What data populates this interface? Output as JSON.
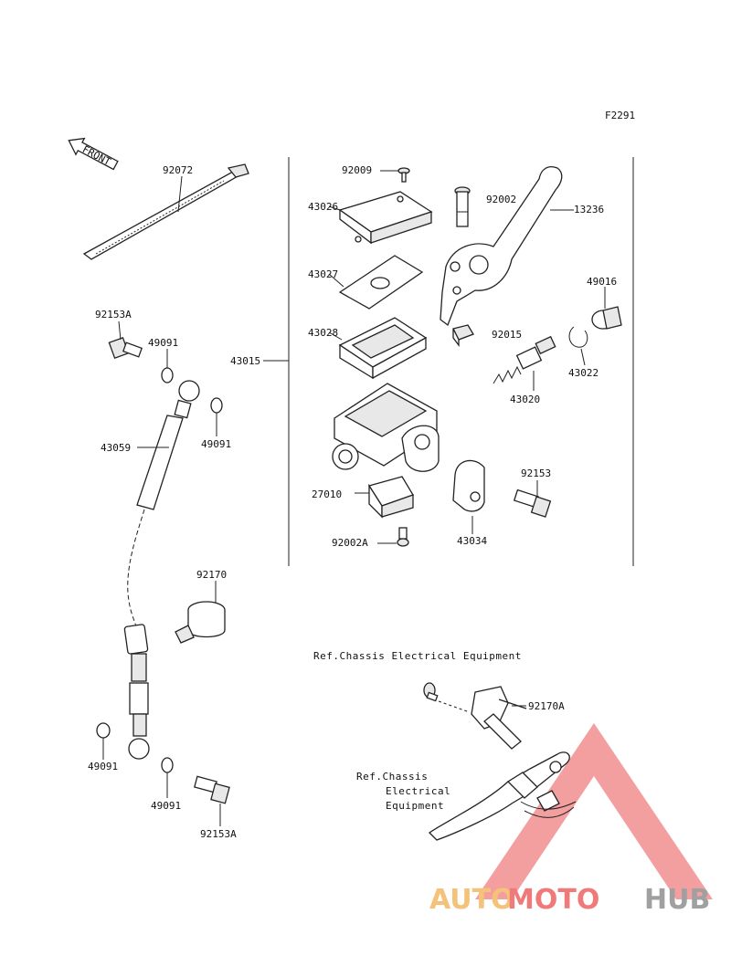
{
  "diagram_code": "F2291",
  "front_arrow_label": "FRONT",
  "labels": {
    "p92072": "92072",
    "p92153A_top": "92153A",
    "p49091_a": "49091",
    "p49091_b": "49091",
    "p43059": "43059",
    "p92170": "92170",
    "p49091_c": "49091",
    "p49091_d": "49091",
    "p92153A_bottom": "92153A",
    "p43015": "43015",
    "p92009": "92009",
    "p43026": "43026",
    "p43027": "43027",
    "p43028": "43028",
    "p27010": "27010",
    "p92002A": "92002A",
    "p92002": "92002",
    "p13236": "13236",
    "p49016": "49016",
    "p92015": "92015",
    "p43022": "43022",
    "p43020": "43020",
    "p92153": "92153",
    "p43034": "43034",
    "p92170A": "92170A"
  },
  "references": {
    "ref_top": "Ref.Chassis Electrical Equipment",
    "ref_bottom_1": "Ref.Chassis",
    "ref_bottom_2": "Electrical",
    "ref_bottom_3": "Equipment"
  },
  "watermark": {
    "part1": "AUTO",
    "part2": "MOTO",
    "part3": "HUB",
    "color_auto": "#f5c27a",
    "color_moto": "#f07a7a",
    "color_hub": "#a0a0a0",
    "triangle_color": "#f08080"
  }
}
